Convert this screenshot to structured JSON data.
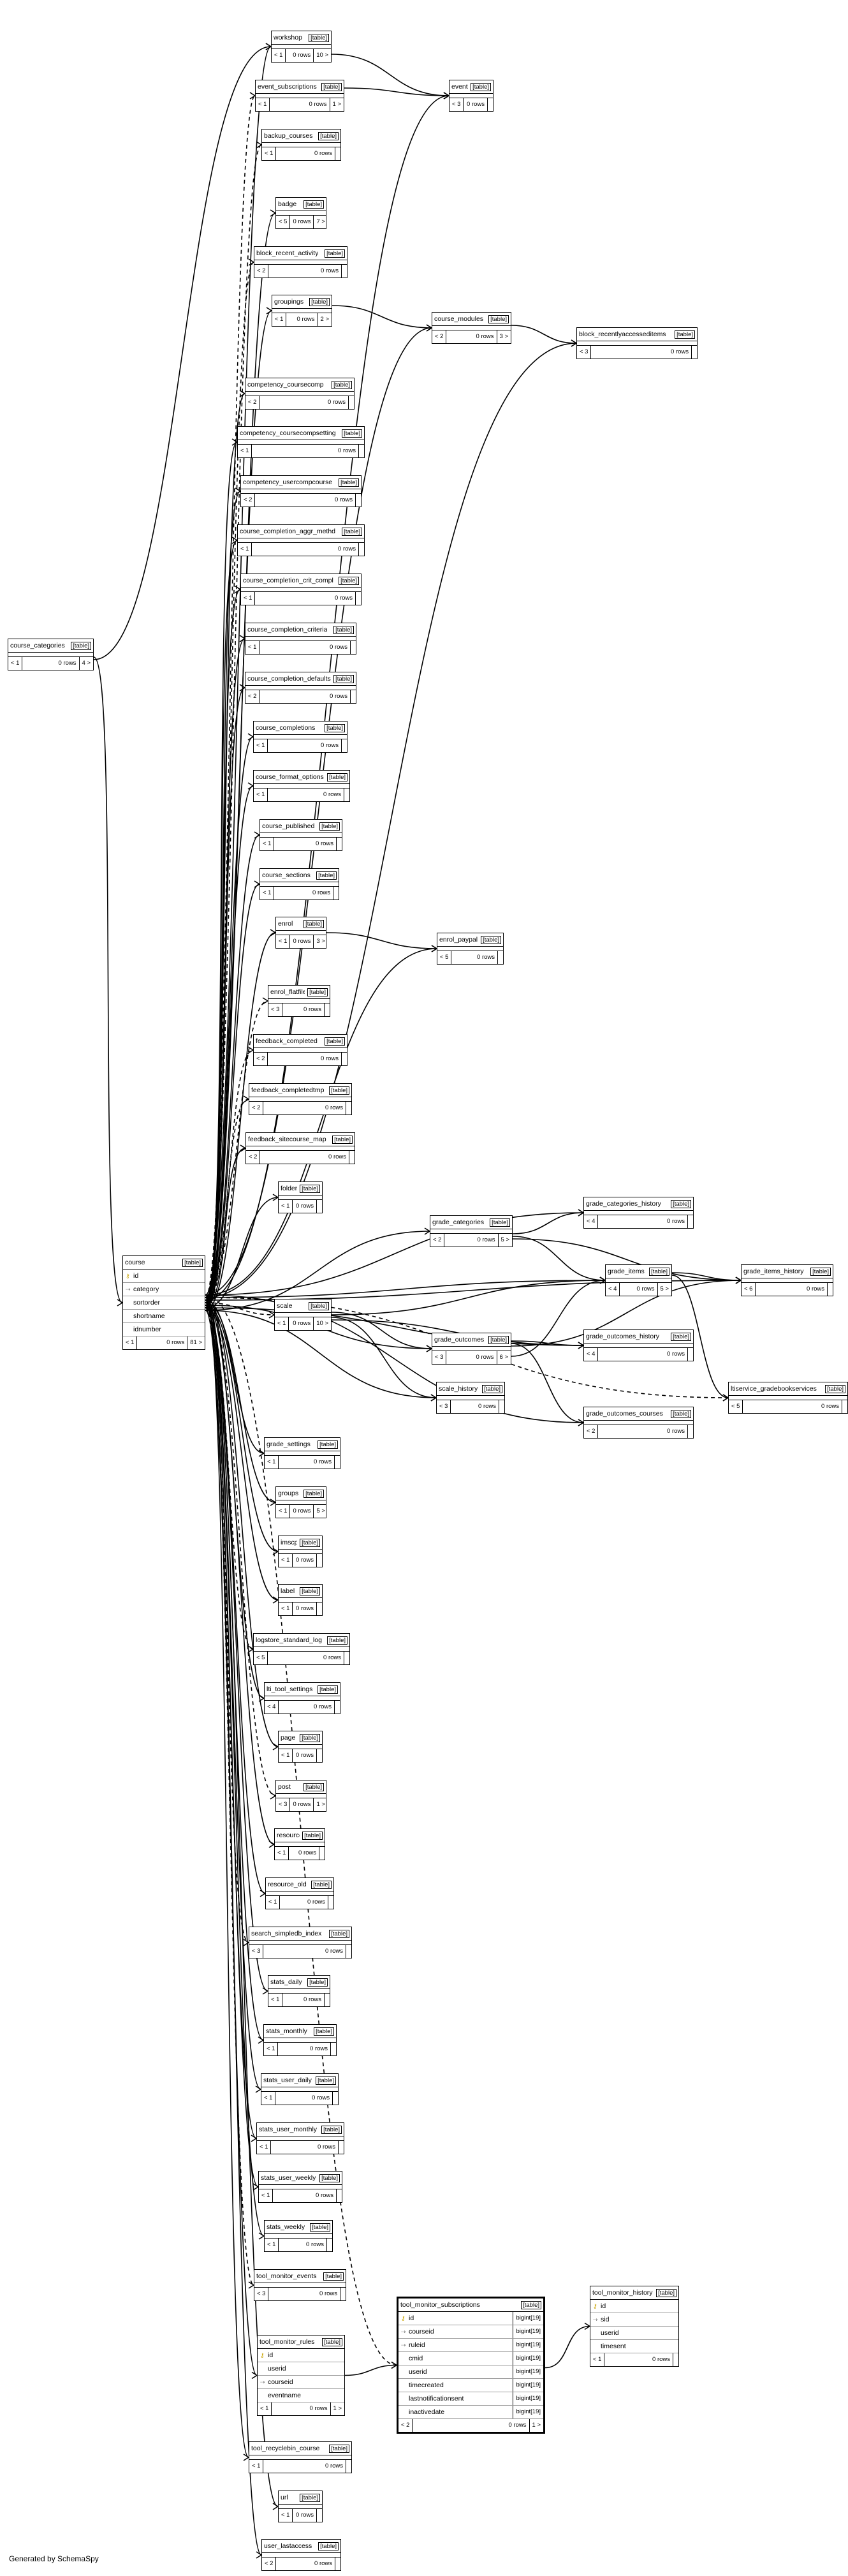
{
  "tables": {
    "workshop": {
      "name": "workshop",
      "tag": "[table]",
      "parents": "< 1",
      "rows": "0 rows",
      "children": "10 >"
    },
    "event_subscriptions": {
      "name": "event_subscriptions",
      "tag": "[table]",
      "parents": "< 1",
      "rows": "0 rows",
      "children": "1 >"
    },
    "event": {
      "name": "event",
      "tag": "[table]",
      "parents": "< 3",
      "rows": "0 rows",
      "children": ""
    },
    "backup_courses": {
      "name": "backup_courses",
      "tag": "[table]",
      "parents": "< 1",
      "rows": "0 rows",
      "children": ""
    },
    "badge": {
      "name": "badge",
      "tag": "[table]",
      "parents": "< 5",
      "rows": "0 rows",
      "children": "7 >"
    },
    "block_recent_activity": {
      "name": "block_recent_activity",
      "tag": "[table]",
      "parents": "< 2",
      "rows": "0 rows",
      "children": ""
    },
    "groupings": {
      "name": "groupings",
      "tag": "[table]",
      "parents": "< 1",
      "rows": "0 rows",
      "children": "2 >"
    },
    "course_modules": {
      "name": "course_modules",
      "tag": "[table]",
      "parents": "< 2",
      "rows": "0 rows",
      "children": "3 >"
    },
    "block_recentlyaccesseditems": {
      "name": "block_recentlyaccesseditems",
      "tag": "[table]",
      "parents": "< 3",
      "rows": "0 rows",
      "children": ""
    },
    "competency_coursecomp": {
      "name": "competency_coursecomp",
      "tag": "[table]",
      "parents": "< 2",
      "rows": "0 rows",
      "children": ""
    },
    "competency_coursecompsetting": {
      "name": "competency_coursecompsetting",
      "tag": "[table]",
      "parents": "< 1",
      "rows": "0 rows",
      "children": ""
    },
    "competency_usercompcourse": {
      "name": "competency_usercompcourse",
      "tag": "[table]",
      "parents": "< 2",
      "rows": "0 rows",
      "children": ""
    },
    "course_completion_aggr_methd": {
      "name": "course_completion_aggr_methd",
      "tag": "[table]",
      "parents": "< 1",
      "rows": "0 rows",
      "children": ""
    },
    "course_completion_crit_compl": {
      "name": "course_completion_crit_compl",
      "tag": "[table]",
      "parents": "< 1",
      "rows": "0 rows",
      "children": ""
    },
    "course_completion_criteria": {
      "name": "course_completion_criteria",
      "tag": "[table]",
      "parents": "< 1",
      "rows": "0 rows",
      "children": ""
    },
    "course_completion_defaults": {
      "name": "course_completion_defaults",
      "tag": "[table]",
      "parents": "< 2",
      "rows": "0 rows",
      "children": ""
    },
    "course_completions": {
      "name": "course_completions",
      "tag": "[table]",
      "parents": "< 1",
      "rows": "0 rows",
      "children": ""
    },
    "course_format_options": {
      "name": "course_format_options",
      "tag": "[table]",
      "parents": "< 1",
      "rows": "0 rows",
      "children": ""
    },
    "course_published": {
      "name": "course_published",
      "tag": "[table]",
      "parents": "< 1",
      "rows": "0 rows",
      "children": ""
    },
    "course_sections": {
      "name": "course_sections",
      "tag": "[table]",
      "parents": "< 1",
      "rows": "0 rows",
      "children": ""
    },
    "enrol": {
      "name": "enrol",
      "tag": "[table]",
      "parents": "< 1",
      "rows": "0 rows",
      "children": "3 >"
    },
    "enrol_paypal": {
      "name": "enrol_paypal",
      "tag": "[table]",
      "parents": "< 5",
      "rows": "0 rows",
      "children": ""
    },
    "enrol_flatfile": {
      "name": "enrol_flatfile",
      "tag": "[table]",
      "parents": "< 3",
      "rows": "0 rows",
      "children": ""
    },
    "feedback_completed": {
      "name": "feedback_completed",
      "tag": "[table]",
      "parents": "< 2",
      "rows": "0 rows",
      "children": ""
    },
    "feedback_completedtmp": {
      "name": "feedback_completedtmp",
      "tag": "[table]",
      "parents": "< 2",
      "rows": "0 rows",
      "children": ""
    },
    "feedback_sitecourse_map": {
      "name": "feedback_sitecourse_map",
      "tag": "[table]",
      "parents": "< 2",
      "rows": "0 rows",
      "children": ""
    },
    "folder": {
      "name": "folder",
      "tag": "[table]",
      "parents": "< 1",
      "rows": "0 rows",
      "children": ""
    },
    "grade_categories": {
      "name": "grade_categories",
      "tag": "[table]",
      "parents": "< 2",
      "rows": "0 rows",
      "children": "5 >"
    },
    "grade_categories_history": {
      "name": "grade_categories_history",
      "tag": "[table]",
      "parents": "< 4",
      "rows": "0 rows",
      "children": ""
    },
    "grade_items": {
      "name": "grade_items",
      "tag": "[table]",
      "parents": "< 4",
      "rows": "0 rows",
      "children": "5 >"
    },
    "grade_items_history": {
      "name": "grade_items_history",
      "tag": "[table]",
      "parents": "< 6",
      "rows": "0 rows",
      "children": ""
    },
    "scale": {
      "name": "scale",
      "tag": "[table]",
      "parents": "< 1",
      "rows": "0 rows",
      "children": "10 >"
    },
    "grade_outcomes": {
      "name": "grade_outcomes",
      "tag": "[table]",
      "parents": "< 3",
      "rows": "0 rows",
      "children": "6 >"
    },
    "grade_outcomes_history": {
      "name": "grade_outcomes_history",
      "tag": "[table]",
      "parents": "< 4",
      "rows": "0 rows",
      "children": ""
    },
    "scale_history": {
      "name": "scale_history",
      "tag": "[table]",
      "parents": "< 3",
      "rows": "0 rows",
      "children": ""
    },
    "grade_outcomes_courses": {
      "name": "grade_outcomes_courses",
      "tag": "[table]",
      "parents": "< 2",
      "rows": "0 rows",
      "children": ""
    },
    "fbservice_gradebookservices": {
      "name": "ltiservice_gradebookservices",
      "tag": "[table]",
      "parents": "< 5",
      "rows": "0 rows",
      "children": ""
    },
    "grade_settings": {
      "name": "grade_settings",
      "tag": "[table]",
      "parents": "< 1",
      "rows": "0 rows",
      "children": ""
    },
    "groups": {
      "name": "groups",
      "tag": "[table]",
      "parents": "< 1",
      "rows": "0 rows",
      "children": "5 >"
    },
    "imscp": {
      "name": "imscp",
      "tag": "[table]",
      "parents": "< 1",
      "rows": "0 rows",
      "children": ""
    },
    "label": {
      "name": "label",
      "tag": "[table]",
      "parents": "< 1",
      "rows": "0 rows",
      "children": ""
    },
    "logstore_standard_log": {
      "name": "logstore_standard_log",
      "tag": "[table]",
      "parents": "< 5",
      "rows": "0 rows",
      "children": ""
    },
    "lti_tool_settings": {
      "name": "lti_tool_settings",
      "tag": "[table]",
      "parents": "< 4",
      "rows": "0 rows",
      "children": ""
    },
    "page": {
      "name": "page",
      "tag": "[table]",
      "parents": "< 1",
      "rows": "0 rows",
      "children": ""
    },
    "post": {
      "name": "post",
      "tag": "[table]",
      "parents": "< 3",
      "rows": "0 rows",
      "children": "1 >"
    },
    "resource": {
      "name": "resource",
      "tag": "[table]",
      "parents": "< 1",
      "rows": "0 rows",
      "children": ""
    },
    "resource_old": {
      "name": "resource_old",
      "tag": "[table]",
      "parents": "< 1",
      "rows": "0 rows",
      "children": ""
    },
    "search_simpledb_index": {
      "name": "search_simpledb_index",
      "tag": "[table]",
      "parents": "< 3",
      "rows": "0 rows",
      "children": ""
    },
    "stats_daily": {
      "name": "stats_daily",
      "tag": "[table]",
      "parents": "< 1",
      "rows": "0 rows",
      "children": ""
    },
    "stats_monthly": {
      "name": "stats_monthly",
      "tag": "[table]",
      "parents": "< 1",
      "rows": "0 rows",
      "children": ""
    },
    "stats_user_daily": {
      "name": "stats_user_daily",
      "tag": "[table]",
      "parents": "< 1",
      "rows": "0 rows",
      "children": ""
    },
    "stats_user_monthly": {
      "name": "stats_user_monthly",
      "tag": "[table]",
      "parents": "< 1",
      "rows": "0 rows",
      "children": ""
    },
    "stats_user_weekly": {
      "name": "stats_user_weekly",
      "tag": "[table]",
      "parents": "< 1",
      "rows": "0 rows",
      "children": ""
    },
    "stats_weekly": {
      "name": "stats_weekly",
      "tag": "[table]",
      "parents": "< 1",
      "rows": "0 rows",
      "children": ""
    },
    "tool_monitor_events": {
      "name": "tool_monitor_events",
      "tag": "[table]",
      "parents": "< 3",
      "rows": "0 rows",
      "children": ""
    },
    "tool_recyclebin_course": {
      "name": "tool_recyclebin_course",
      "tag": "[table]",
      "parents": "< 1",
      "rows": "0 rows",
      "children": ""
    },
    "url": {
      "name": "url",
      "tag": "[table]",
      "parents": "< 1",
      "rows": "0 rows",
      "children": ""
    },
    "user_lastaccess": {
      "name": "user_lastaccess",
      "tag": "[table]",
      "parents": "< 2",
      "rows": "0 rows",
      "children": ""
    },
    "course_categories": {
      "name": "course_categories",
      "tag": "[table]",
      "parents": "< 1",
      "rows": "0 rows",
      "children": "4 >"
    }
  },
  "course": {
    "name": "course",
    "tag": "[table]",
    "columns": [
      {
        "name": "id",
        "key": "pk"
      },
      {
        "name": "category",
        "key": "fk"
      },
      {
        "name": "sortorder",
        "key": ""
      },
      {
        "name": "shortname",
        "key": ""
      },
      {
        "name": "idnumber",
        "key": ""
      }
    ],
    "parents": "< 1",
    "rows": "0 rows",
    "children": "81 >"
  },
  "tool_monitor_rules": {
    "name": "tool_monitor_rules",
    "tag": "[table]",
    "columns": [
      {
        "name": "id",
        "key": "pk"
      },
      {
        "name": "userid",
        "key": ""
      },
      {
        "name": "courseid",
        "key": "fk"
      },
      {
        "name": "eventname",
        "key": ""
      }
    ],
    "parents": "< 1",
    "rows": "0 rows",
    "children": "1 >"
  },
  "tool_monitor_subscriptions": {
    "name": "tool_monitor_subscriptions",
    "tag": "[table]",
    "columns": [
      {
        "name": "id",
        "key": "pk",
        "type": "bigint[19]"
      },
      {
        "name": "courseid",
        "key": "fk",
        "type": "bigint[19]"
      },
      {
        "name": "ruleid",
        "key": "fk",
        "type": "bigint[19]"
      },
      {
        "name": "cmid",
        "key": "",
        "type": "bigint[19]"
      },
      {
        "name": "userid",
        "key": "",
        "type": "bigint[19]"
      },
      {
        "name": "timecreated",
        "key": "",
        "type": "bigint[19]"
      },
      {
        "name": "lastnotificationsent",
        "key": "",
        "type": "bigint[19]"
      },
      {
        "name": "inactivedate",
        "key": "",
        "type": "bigint[19]"
      }
    ],
    "parents": "< 2",
    "rows": "0 rows",
    "children": "1 >"
  },
  "tool_monitor_history": {
    "name": "tool_monitor_history",
    "tag": "[table]",
    "columns": [
      {
        "name": "id",
        "key": "pk"
      },
      {
        "name": "sid",
        "key": "fk"
      },
      {
        "name": "userid",
        "key": ""
      },
      {
        "name": "timesent",
        "key": ""
      }
    ],
    "parents": "< 1",
    "rows": "0 rows",
    "children": ""
  },
  "icons": {
    "pk": "key-icon",
    "fk": "foreign-key-icon"
  },
  "credit": "Generated by SchemaSpy"
}
